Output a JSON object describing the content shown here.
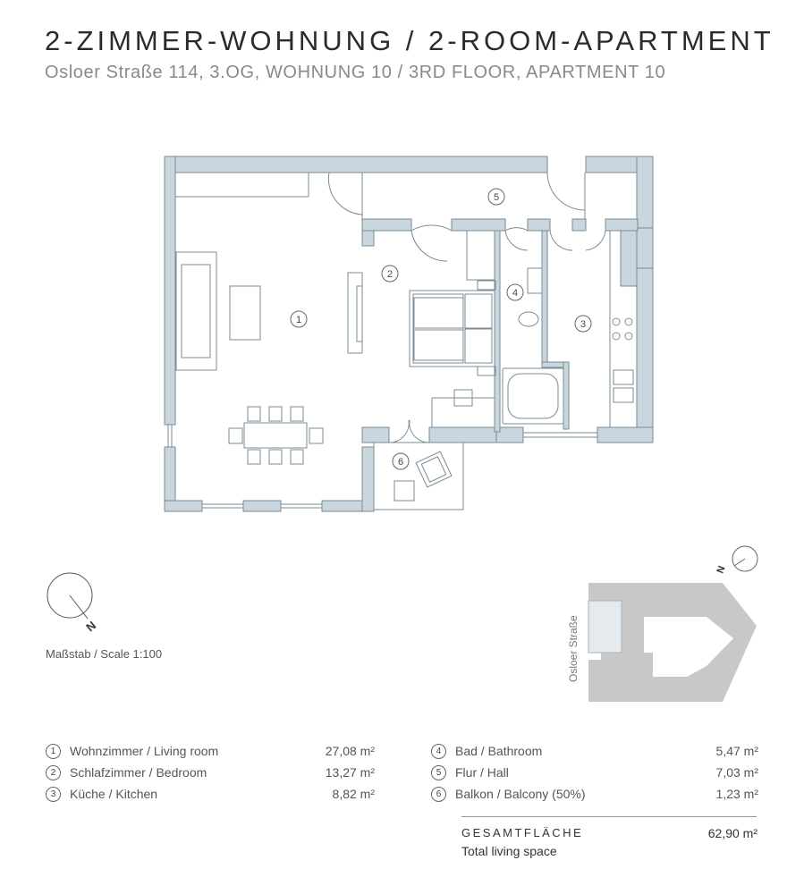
{
  "header": {
    "title": "2-ZIMMER-WOHNUNG / 2-ROOM-APARTMENT",
    "subtitle": "Osloer Straße 114, 3.OG, WOHNUNG 10 / 3RD FLOOR, APARTMENT 10"
  },
  "plan": {
    "room_numbers": [
      "1",
      "2",
      "3",
      "4",
      "5",
      "6"
    ],
    "wall_color": "#c9d6dd",
    "line_color": "#7a8b95"
  },
  "compass": {
    "north_label": "N"
  },
  "scale": {
    "label": "Maßstab / Scale 1:100"
  },
  "site_map": {
    "street_label": "Osloer Straße",
    "north_label": "N",
    "building_color": "#c8c8c8"
  },
  "rooms_left": [
    {
      "number": "1",
      "name": "Wohnzimmer / Living room",
      "area": "27,08 m²"
    },
    {
      "number": "2",
      "name": "Schlafzimmer / Bedroom",
      "area": "13,27 m²"
    },
    {
      "number": "3",
      "name": "Küche / Kitchen",
      "area": "8,82 m²"
    }
  ],
  "rooms_right": [
    {
      "number": "4",
      "name": "Bad / Bathroom",
      "area": "5,47 m²"
    },
    {
      "number": "5",
      "name": "Flur / Hall",
      "area": "7,03 m²"
    },
    {
      "number": "6",
      "name": "Balkon / Balcony (50%)",
      "area": "1,23 m²"
    }
  ],
  "total": {
    "label": "GESAMTFLÄCHE",
    "sublabel": "Total living space",
    "value": "62,90 m²"
  }
}
